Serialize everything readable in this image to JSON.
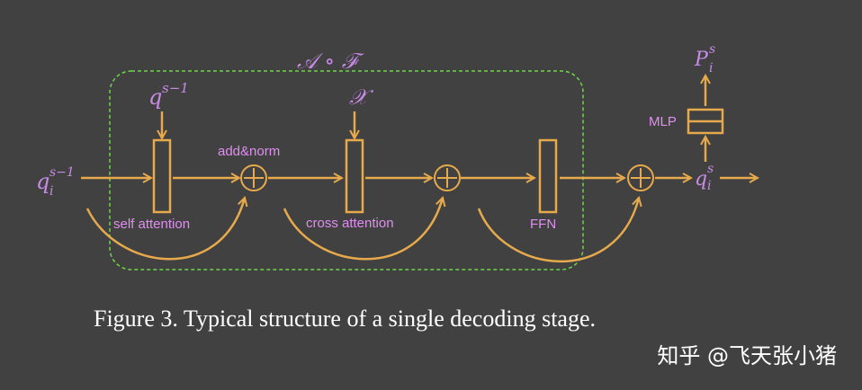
{
  "diagram": {
    "group_label": "𝒜 ∘ ℱ",
    "input_query": {
      "base": "q",
      "sup": "s−1",
      "sub": "i"
    },
    "query_prev": {
      "base": "q",
      "sup": "s−1"
    },
    "memory": "𝒳",
    "labels": {
      "self_attention": "self attention",
      "add_norm": "add&norm",
      "cross_attention": "cross attention",
      "ffn": "FFN",
      "mlp": "MLP"
    },
    "output_query": {
      "base": "q",
      "sup": "s",
      "sub": "i"
    },
    "prediction": {
      "base": "P",
      "sup": "s",
      "sub": "i"
    }
  },
  "caption": "Figure 3. Typical structure of a single decoding stage.",
  "watermark": "知乎 @飞天张小猪",
  "colors": {
    "background": "#414141",
    "arrow": "#e6a94c",
    "group_border": "#6fd64a",
    "math_text": "#c78be6",
    "label_text": "#e08ef0",
    "caption_text": "#ffffff"
  },
  "icons": {
    "add": "circled-plus-icon",
    "layer": "layer-box-icon",
    "arrow": "arrow-icon"
  }
}
